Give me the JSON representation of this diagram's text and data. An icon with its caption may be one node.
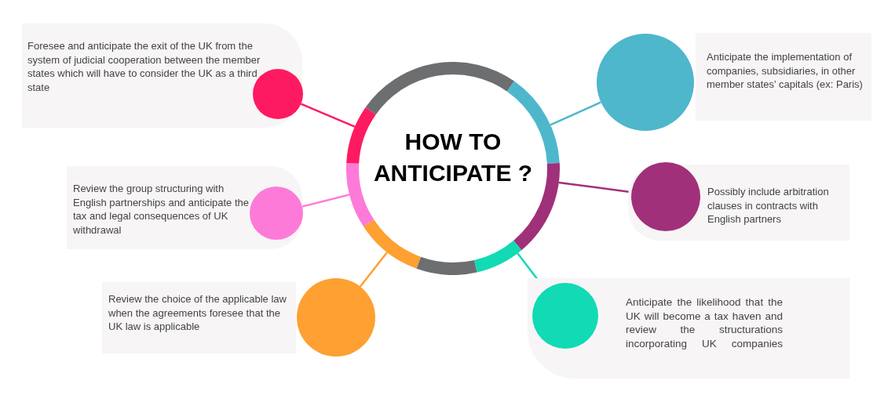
{
  "diagram": {
    "nodes": [
      {
        "text": [
          "HOW TO ANTICIPATE ?"
        ]
      },
      {
        "text": [
          "Foresee and anticipate the exit of the UK from the system of judicial cooperation between the member states which will have to consider the UK as a third state"
        ]
      },
      {
        "text": [],
        "shape": "circle",
        "in": 1
      },
      {
        "text": [
          "Anticipate the implementation of companies, subsidiaries, in other member states’ capitals (ex: Paris)"
        ]
      },
      {
        "text": [],
        "shape": "circle"
      },
      {
        "text": [
          "Review the group structuring with English partnerships and anticipate the tax and legal consequences of UK withdrawal"
        ]
      },
      {
        "text": [],
        "shape": "circle",
        "in": 5
      },
      {
        "text": [
          "Possibly include arbitration clauses in contracts with English partners"
        ]
      },
      {
        "text": [],
        "shape": "circle",
        "in": 7
      },
      {
        "text": [
          "Review the choice of the applicable law when the agreements foresee that the UK law is applicable"
        ]
      },
      {
        "text": [],
        "shape": "circle"
      },
      {
        "text": [
          "Anticipate the likelihood that the UK will become a tax haven and review the structurations incorporating UK companies"
        ]
      },
      {
        "text": [],
        "shape": "circle",
        "in": 11
      }
    ],
    "edges": [
      {
        "from": 0,
        "to": 2,
        "arrow": "none",
        "color": "#fe1a61"
      },
      {
        "from": 0,
        "to": 4,
        "arrow": "none",
        "color": "#4eb7cc"
      },
      {
        "from": 0,
        "to": 6,
        "arrow": "none",
        "color": "#fe7ad9"
      },
      {
        "from": 0,
        "to": 8,
        "arrow": "none",
        "color": "#a0307a"
      },
      {
        "from": 0,
        "to": 10,
        "arrow": "none",
        "color": "#fea032"
      },
      {
        "from": 0,
        "to": 12,
        "arrow": "none",
        "color": "#11dab5"
      }
    ]
  }
}
